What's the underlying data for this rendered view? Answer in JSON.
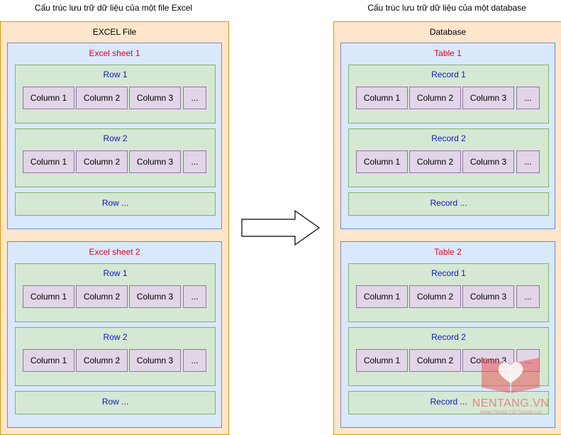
{
  "diagram": {
    "left": {
      "caption": "Cấu trúc lưu trữ dữ liệu của một file Excel",
      "title": "EXCEL File",
      "sheets": [
        {
          "title": "Excel sheet 1",
          "rows": [
            {
              "title": "Row 1",
              "cells": [
                "Column 1",
                "Column 2",
                "Column 3",
                "..."
              ]
            },
            {
              "title": "Row 2",
              "cells": [
                "Column 1",
                "Column 2",
                "Column 3",
                "..."
              ]
            },
            {
              "title": "Row ...",
              "cells": []
            }
          ]
        },
        {
          "title": "Excel sheet 2",
          "rows": [
            {
              "title": "Row 1",
              "cells": [
                "Column 1",
                "Column 2",
                "Column 3",
                "..."
              ]
            },
            {
              "title": "Row 2",
              "cells": [
                "Column 1",
                "Column 2",
                "Column 3",
                "..."
              ]
            },
            {
              "title": "Row ...",
              "cells": []
            }
          ]
        }
      ]
    },
    "right": {
      "caption": "Cấu trúc lưu trữ dữ liệu của một database",
      "title": "Database",
      "sheets": [
        {
          "title": "Table 1",
          "rows": [
            {
              "title": "Record 1",
              "cells": [
                "Column 1",
                "Column 2",
                "Column 3",
                "..."
              ]
            },
            {
              "title": "Record 2",
              "cells": [
                "Column 1",
                "Column 2",
                "Column 3",
                "..."
              ]
            },
            {
              "title": "Record ...",
              "cells": []
            }
          ]
        },
        {
          "title": "Table 2",
          "rows": [
            {
              "title": "Record 1",
              "cells": [
                "Column 1",
                "Column 2",
                "Column 3",
                "..."
              ]
            },
            {
              "title": "Record 2",
              "cells": [
                "Column 1",
                "Column 2",
                "Column 3",
                "..."
              ]
            },
            {
              "title": "Record ...",
              "cells": []
            }
          ]
        }
      ]
    }
  },
  "watermark": {
    "brand": "NENTANG.VN",
    "tagline": "HÀNH TRANG TỚI TƯƠNG LAI"
  },
  "colors": {
    "outer_fill": "#ffe6cc",
    "sheet_fill": "#dae8fc",
    "row_fill": "#d5e8d4",
    "cell_fill": "#e1d5e7",
    "sheet_title": "#e8001c",
    "row_title": "#0a1dbd"
  }
}
